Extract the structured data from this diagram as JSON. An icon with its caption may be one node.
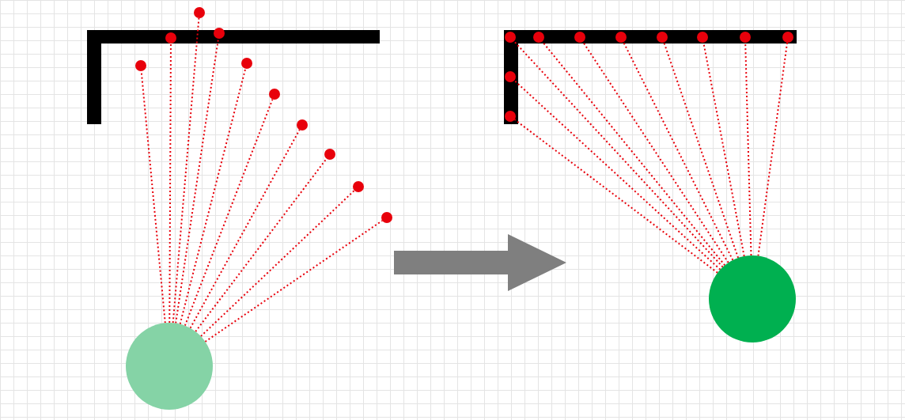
{
  "diagram": {
    "nodes": [
      {
        "text": [],
        "shape": "circle"
      },
      {
        "text": [],
        "shape": "circle"
      },
      {
        "text": [],
        "shape": "circle"
      },
      {
        "text": [],
        "shape": "circle"
      },
      {
        "text": [],
        "shape": "circle"
      },
      {
        "text": [],
        "shape": "circle"
      },
      {
        "text": [],
        "shape": "circle"
      },
      {
        "text": [],
        "shape": "circle"
      },
      {
        "text": [],
        "shape": "circle"
      },
      {
        "text": [],
        "shape": "circle"
      },
      {
        "text": [],
        "shape": "circle"
      },
      {
        "text": [],
        "shape": "circle"
      },
      {
        "text": [],
        "shape": "circle"
      },
      {
        "text": [],
        "shape": "circle"
      },
      {
        "text": [],
        "shape": "circle"
      },
      {
        "text": [],
        "shape": "circle"
      },
      {
        "text": [],
        "shape": "circle"
      },
      {
        "text": [],
        "shape": "circle"
      },
      {
        "text": [],
        "shape": "circle"
      },
      {
        "text": [],
        "shape": "circle"
      },
      {
        "text": [],
        "shape": "circle"
      },
      {
        "text": [],
        "shape": "circle"
      }
    ],
    "edges": [
      {
        "from": 10,
        "to": 0,
        "arrow": "none",
        "style": "dashed"
      },
      {
        "from": 10,
        "to": 1,
        "arrow": "none",
        "style": "dashed"
      },
      {
        "from": 10,
        "to": 2,
        "arrow": "none",
        "style": "dashed"
      },
      {
        "from": 10,
        "to": 3,
        "arrow": "none",
        "style": "dashed"
      },
      {
        "from": 10,
        "to": 4,
        "arrow": "none",
        "style": "dashed"
      },
      {
        "from": 10,
        "to": 5,
        "arrow": "none",
        "style": "dashed"
      },
      {
        "from": 10,
        "to": 6,
        "arrow": "none",
        "style": "dashed"
      },
      {
        "from": 10,
        "to": 7,
        "arrow": "none",
        "style": "dashed"
      },
      {
        "from": 10,
        "to": 8,
        "arrow": "none",
        "style": "dashed"
      },
      {
        "from": 10,
        "to": 9,
        "arrow": "none",
        "style": "dashed"
      },
      {
        "from": 21,
        "to": 11,
        "arrow": "none",
        "style": "dashed"
      },
      {
        "from": 21,
        "to": 12,
        "arrow": "none",
        "style": "dashed"
      },
      {
        "from": 21,
        "to": 13,
        "arrow": "none",
        "style": "dashed"
      },
      {
        "from": 21,
        "to": 14,
        "arrow": "none",
        "style": "dashed"
      },
      {
        "from": 21,
        "to": 15,
        "arrow": "none",
        "style": "dashed"
      },
      {
        "from": 21,
        "to": 16,
        "arrow": "none",
        "style": "dashed"
      },
      {
        "from": 21,
        "to": 17,
        "arrow": "none",
        "style": "dashed"
      },
      {
        "from": 21,
        "to": 18,
        "arrow": "none",
        "style": "dashed"
      },
      {
        "from": 21,
        "to": 19,
        "arrow": "none",
        "style": "dashed"
      },
      {
        "from": 21,
        "to": 20,
        "arrow": "none",
        "style": "dashed"
      }
    ]
  }
}
